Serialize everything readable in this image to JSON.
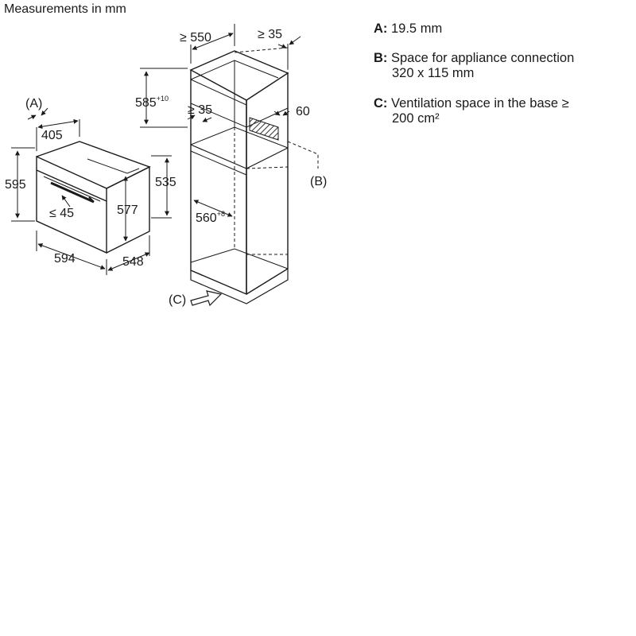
{
  "title": "Measurements in mm",
  "labels": {
    "A": "(A)",
    "B": "(B)",
    "C": "(C)"
  },
  "dimensions": {
    "oven_depth_top": "405",
    "oven_height": "595",
    "oven_depth_side": "535",
    "handle": "≤ 45",
    "front_height": "577",
    "oven_width": "594",
    "oven_depth": "548",
    "niche_depth": "≥ 550",
    "back_gap": "≥ 35",
    "niche_height": "585",
    "niche_height_tol": "+10",
    "ventilation_gap": "≥ 35",
    "side_60": "60",
    "niche_width": "560",
    "niche_width_tol": "+8"
  },
  "legend": [
    {
      "key": "A:",
      "text": "19.5 mm",
      "cont": ""
    },
    {
      "key": "B:",
      "text": "Space for appliance connection",
      "cont": "320 x 115 mm"
    },
    {
      "key": "C:",
      "text": "Ventilation space in the base ≥",
      "cont": "200 cm²"
    }
  ]
}
